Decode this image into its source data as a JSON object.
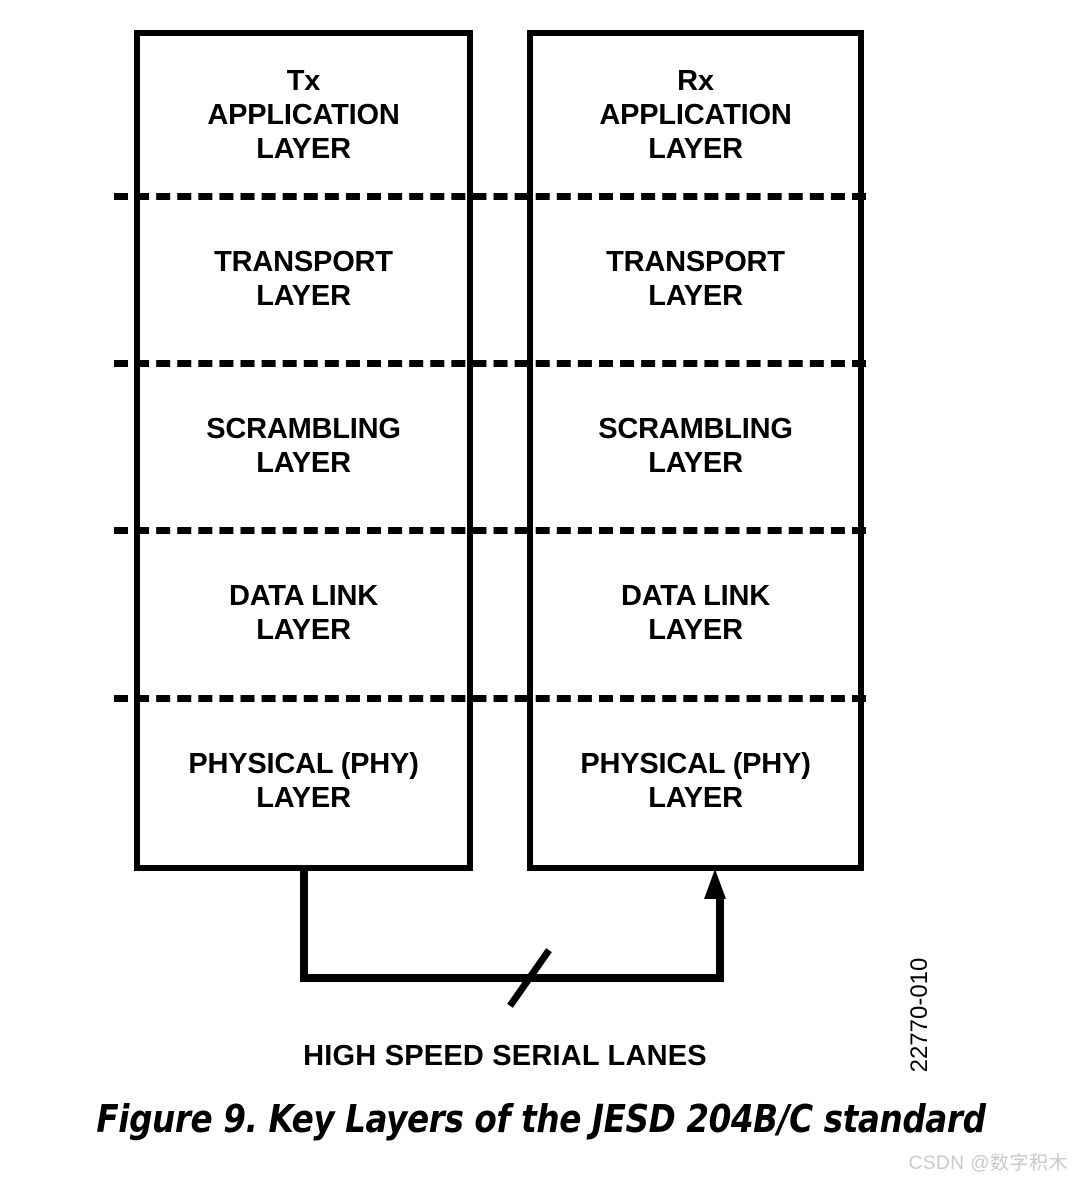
{
  "figure": {
    "caption": "Figure 9. Key Layers of the JESD 204B/C standard",
    "figure_id": "22770-010",
    "lanes_label": "HIGH SPEED SERIAL LANES",
    "watermark": "CSDN @数字积木"
  },
  "colors": {
    "stroke": "#000000",
    "background": "#ffffff",
    "watermark": "#c9c9c9"
  },
  "stacks": [
    {
      "name": "tx",
      "title": "Tx",
      "layers": [
        {
          "line1": "Tx",
          "line2": "APPLICATION",
          "line3": "LAYER"
        },
        {
          "line1": "TRANSPORT",
          "line2": "LAYER"
        },
        {
          "line1": "SCRAMBLING",
          "line2": "LAYER"
        },
        {
          "line1": "DATA LINK",
          "line2": "LAYER"
        },
        {
          "line1": "PHYSICAL (PHY)",
          "line2": "LAYER"
        }
      ]
    },
    {
      "name": "rx",
      "title": "Rx",
      "layers": [
        {
          "line1": "Rx",
          "line2": "APPLICATION",
          "line3": "LAYER"
        },
        {
          "line1": "TRANSPORT",
          "line2": "LAYER"
        },
        {
          "line1": "SCRAMBLING",
          "line2": "LAYER"
        },
        {
          "line1": "DATA LINK",
          "line2": "LAYER"
        },
        {
          "line1": "PHYSICAL (PHY)",
          "line2": "LAYER"
        }
      ]
    }
  ]
}
